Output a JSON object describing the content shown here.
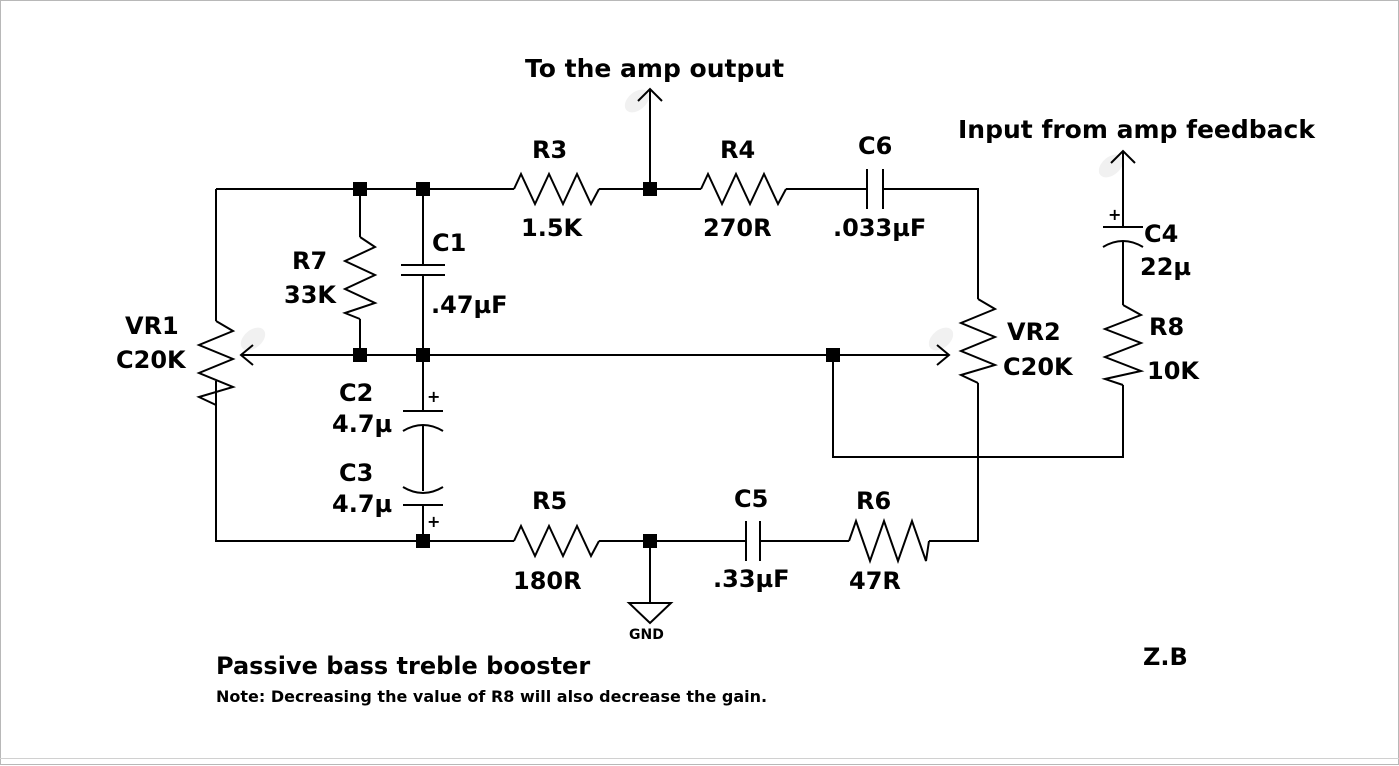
{
  "diagram": {
    "title": "Passive bass treble booster",
    "note": "Note: Decreasing the value of R8 will also decrease the gain.",
    "author": "Z.B",
    "ports": {
      "amp_output": "To the amp output",
      "amp_feedback": "Input from amp feedback",
      "ground": "GND"
    },
    "components": {
      "r3": {
        "name": "R3",
        "value": "1.5K"
      },
      "r4": {
        "name": "R4",
        "value": "270R"
      },
      "c6": {
        "name": "C6",
        "value": ".033µF"
      },
      "r7": {
        "name": "R7",
        "value": "33K"
      },
      "c1": {
        "name": "C1",
        "value": ".47µF"
      },
      "vr1": {
        "name": "VR1",
        "value": "C20K"
      },
      "vr2": {
        "name": "VR2",
        "value": "C20K"
      },
      "c2": {
        "name": "C2",
        "value": "4.7µ"
      },
      "c3": {
        "name": "C3",
        "value": "4.7µ"
      },
      "r5": {
        "name": "R5",
        "value": "180R"
      },
      "c5": {
        "name": "C5",
        "value": ".33µF"
      },
      "r6": {
        "name": "R6",
        "value": "47R"
      },
      "c4": {
        "name": "C4",
        "value": "22µ"
      },
      "r8": {
        "name": "R8",
        "value": "10K"
      }
    },
    "polarity_mark": "+"
  }
}
